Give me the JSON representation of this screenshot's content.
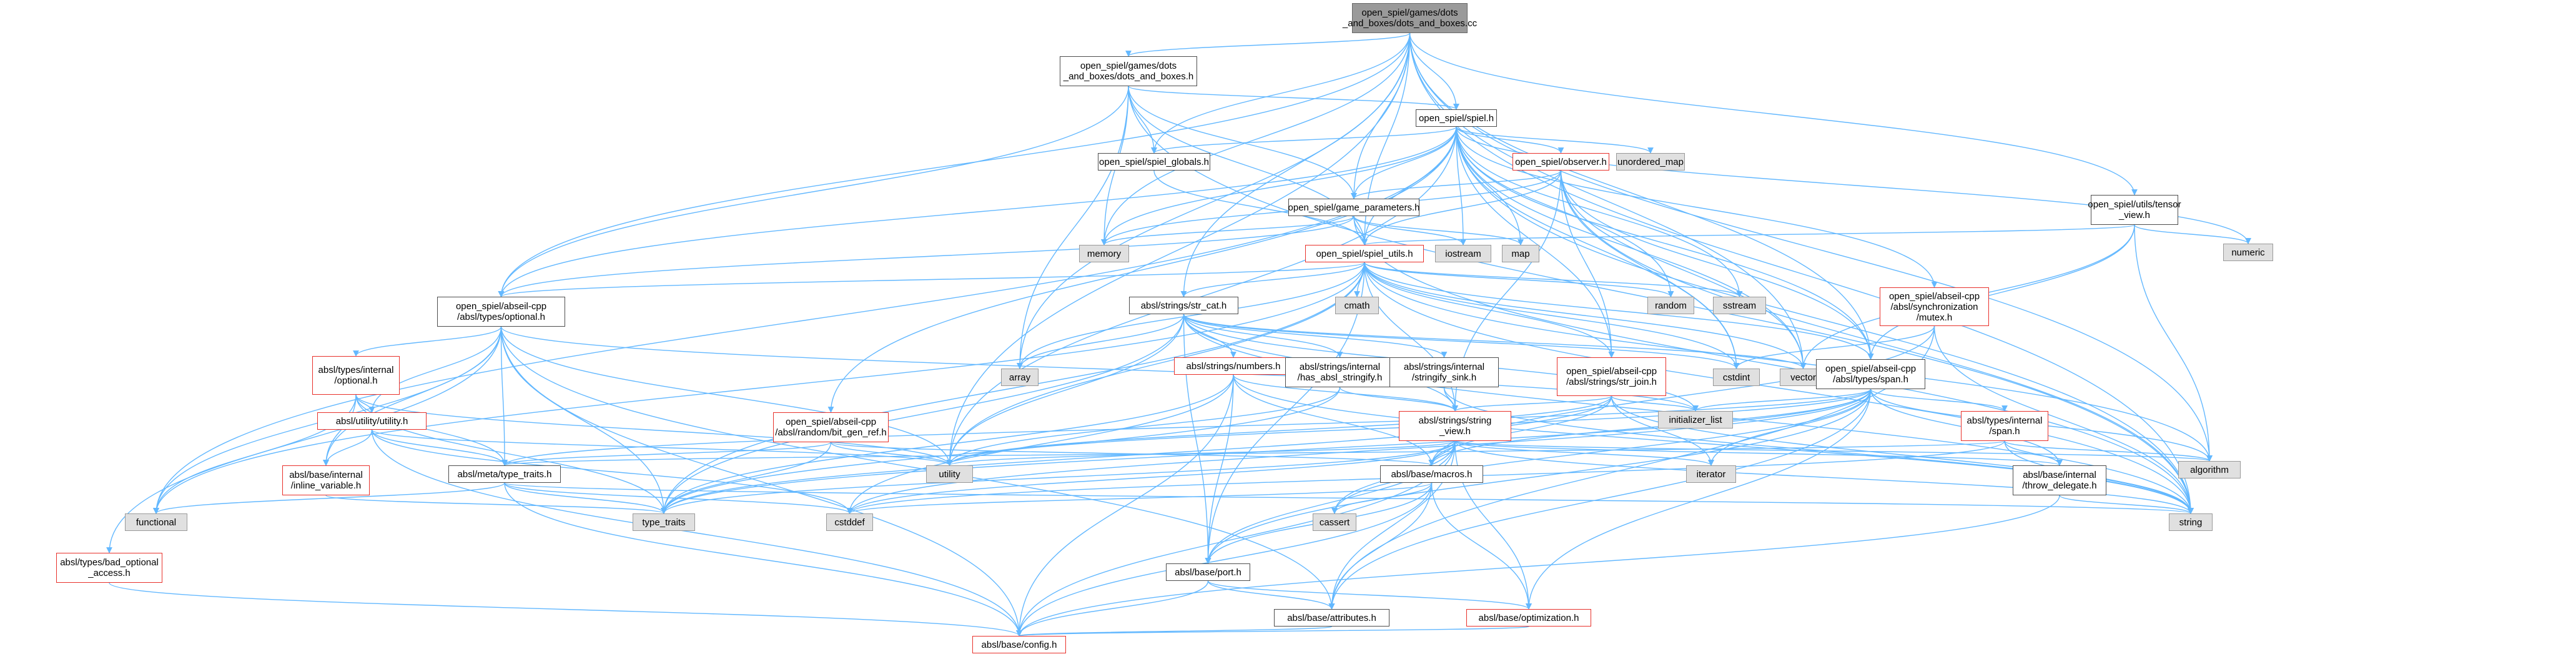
{
  "nodes": [
    {
      "id": "root",
      "lines": [
        "open_spiel/games/dots",
        "_and_boxes/dots_and_boxes.cc"
      ],
      "style": "root"
    },
    {
      "id": "dab_h",
      "lines": [
        "open_spiel/games/dots",
        "_and_boxes/dots_and_boxes.h"
      ],
      "style": "normal"
    },
    {
      "id": "spiel_h",
      "lines": [
        "open_spiel/spiel.h"
      ],
      "style": "normal"
    },
    {
      "id": "spiel_globals",
      "lines": [
        "open_spiel/spiel_globals.h"
      ],
      "style": "normal"
    },
    {
      "id": "unordered_map",
      "lines": [
        "unordered_map"
      ],
      "style": "sys"
    },
    {
      "id": "observer",
      "lines": [
        "open_spiel/observer.h"
      ],
      "style": "red"
    },
    {
      "id": "game_params",
      "lines": [
        "open_spiel/game_parameters.h"
      ],
      "style": "normal"
    },
    {
      "id": "tensor_view",
      "lines": [
        "open_spiel/utils/tensor",
        "_view.h"
      ],
      "style": "normal"
    },
    {
      "id": "numeric",
      "lines": [
        "numeric"
      ],
      "style": "sys"
    },
    {
      "id": "memory",
      "lines": [
        "memory"
      ],
      "style": "sys"
    },
    {
      "id": "iostream",
      "lines": [
        "iostream"
      ],
      "style": "sys"
    },
    {
      "id": "map",
      "lines": [
        "map"
      ],
      "style": "sys"
    },
    {
      "id": "spiel_utils",
      "lines": [
        "open_spiel/spiel_utils.h"
      ],
      "style": "red"
    },
    {
      "id": "cmath",
      "lines": [
        "cmath"
      ],
      "style": "sys"
    },
    {
      "id": "random",
      "lines": [
        "random"
      ],
      "style": "sys"
    },
    {
      "id": "sstream",
      "lines": [
        "sstream"
      ],
      "style": "sys"
    },
    {
      "id": "mutex",
      "lines": [
        "open_spiel/abseil-cpp",
        "/absl/synchronization",
        "/mutex.h"
      ],
      "style": "red"
    },
    {
      "id": "optional",
      "lines": [
        "open_spiel/abseil-cpp",
        "/absl/types/optional.h"
      ],
      "style": "normal"
    },
    {
      "id": "str_cat",
      "lines": [
        "absl/strings/str_cat.h"
      ],
      "style": "normal"
    },
    {
      "id": "array",
      "lines": [
        "array"
      ],
      "style": "sys"
    },
    {
      "id": "cstdint",
      "lines": [
        "cstdint"
      ],
      "style": "sys"
    },
    {
      "id": "vector",
      "lines": [
        "vector"
      ],
      "style": "sys"
    },
    {
      "id": "span",
      "lines": [
        "open_spiel/abseil-cpp",
        "/absl/types/span.h"
      ],
      "style": "normal"
    },
    {
      "id": "types_internal_optional",
      "lines": [
        "absl/types/internal",
        "/optional.h"
      ],
      "style": "red"
    },
    {
      "id": "numbers",
      "lines": [
        "absl/strings/numbers.h"
      ],
      "style": "red"
    },
    {
      "id": "has_absl_stringify",
      "lines": [
        "absl/strings/internal",
        "/has_absl_stringify.h"
      ],
      "style": "normal"
    },
    {
      "id": "stringify_sink",
      "lines": [
        "absl/strings/internal",
        "/stringify_sink.h"
      ],
      "style": "normal"
    },
    {
      "id": "str_join",
      "lines": [
        "open_spiel/abseil-cpp",
        "/absl/strings/str_join.h"
      ],
      "style": "red"
    },
    {
      "id": "initializer_list",
      "lines": [
        "initializer_list"
      ],
      "style": "sys"
    },
    {
      "id": "span_internal",
      "lines": [
        "absl/types/internal",
        "/span.h"
      ],
      "style": "red"
    },
    {
      "id": "algorithm",
      "lines": [
        "algorithm"
      ],
      "style": "sys"
    },
    {
      "id": "utility_h",
      "lines": [
        "absl/utility/utility.h"
      ],
      "style": "red"
    },
    {
      "id": "bit_gen_ref",
      "lines": [
        "open_spiel/abseil-cpp",
        "/absl/random/bit_gen_ref.h"
      ],
      "style": "red"
    },
    {
      "id": "string_view",
      "lines": [
        "absl/strings/string",
        "_view.h"
      ],
      "style": "red"
    },
    {
      "id": "inline_variable",
      "lines": [
        "absl/base/internal",
        "/inline_variable.h"
      ],
      "style": "red"
    },
    {
      "id": "type_traits_h",
      "lines": [
        "absl/meta/type_traits.h"
      ],
      "style": "normal"
    },
    {
      "id": "utility",
      "lines": [
        "utility"
      ],
      "style": "sys"
    },
    {
      "id": "iterator",
      "lines": [
        "iterator"
      ],
      "style": "sys"
    },
    {
      "id": "macros",
      "lines": [
        "absl/base/macros.h"
      ],
      "style": "normal"
    },
    {
      "id": "throw_delegate",
      "lines": [
        "absl/base/internal",
        "/throw_delegate.h"
      ],
      "style": "normal"
    },
    {
      "id": "functional",
      "lines": [
        "functional"
      ],
      "style": "sys"
    },
    {
      "id": "type_traits",
      "lines": [
        "type_traits"
      ],
      "style": "sys"
    },
    {
      "id": "cstddef",
      "lines": [
        "cstddef"
      ],
      "style": "sys"
    },
    {
      "id": "cassert",
      "lines": [
        "cassert"
      ],
      "style": "sys"
    },
    {
      "id": "string",
      "lines": [
        "string"
      ],
      "style": "sys"
    },
    {
      "id": "port",
      "lines": [
        "absl/base/port.h"
      ],
      "style": "normal"
    },
    {
      "id": "bad_optional_access",
      "lines": [
        "absl/types/bad_optional",
        "_access.h"
      ],
      "style": "red"
    },
    {
      "id": "attributes",
      "lines": [
        "absl/base/attributes.h"
      ],
      "style": "normal"
    },
    {
      "id": "optimization",
      "lines": [
        "absl/base/optimization.h"
      ],
      "style": "red"
    },
    {
      "id": "config",
      "lines": [
        "absl/base/config.h"
      ],
      "style": "red"
    }
  ],
  "edges": [
    [
      "root",
      "dab_h"
    ],
    [
      "root",
      "spiel_h"
    ],
    [
      "root",
      "spiel_globals"
    ],
    [
      "root",
      "game_params"
    ],
    [
      "root",
      "tensor_view"
    ],
    [
      "root",
      "spiel_utils"
    ],
    [
      "root",
      "memory"
    ],
    [
      "root",
      "str_cat"
    ],
    [
      "root",
      "optional"
    ],
    [
      "root",
      "span"
    ],
    [
      "root",
      "vector"
    ],
    [
      "root",
      "string"
    ],
    [
      "root",
      "algorithm"
    ],
    [
      "root",
      "utility"
    ],
    [
      "root",
      "array"
    ],
    [
      "dab_h",
      "spiel_h"
    ],
    [
      "dab_h",
      "spiel_globals"
    ],
    [
      "dab_h",
      "game_params"
    ],
    [
      "dab_h",
      "spiel_utils"
    ],
    [
      "dab_h",
      "memory"
    ],
    [
      "dab_h",
      "string"
    ],
    [
      "dab_h",
      "array"
    ],
    [
      "dab_h",
      "optional"
    ],
    [
      "spiel_h",
      "spiel_globals"
    ],
    [
      "spiel_h",
      "unordered_map"
    ],
    [
      "spiel_h",
      "observer"
    ],
    [
      "spiel_h",
      "game_params"
    ],
    [
      "spiel_h",
      "spiel_utils"
    ],
    [
      "spiel_h",
      "memory"
    ],
    [
      "spiel_h",
      "iostream"
    ],
    [
      "spiel_h",
      "map"
    ],
    [
      "spiel_h",
      "random"
    ],
    [
      "spiel_h",
      "sstream"
    ],
    [
      "spiel_h",
      "numeric"
    ],
    [
      "spiel_h",
      "string"
    ],
    [
      "spiel_h",
      "vector"
    ],
    [
      "spiel_h",
      "mutex"
    ],
    [
      "spiel_h",
      "optional"
    ],
    [
      "spiel_h",
      "span"
    ],
    [
      "spiel_h",
      "bit_gen_ref"
    ],
    [
      "spiel_h",
      "functional"
    ],
    [
      "spiel_h",
      "utility"
    ],
    [
      "spiel_h",
      "cstdint"
    ],
    [
      "spiel_h",
      "str_join"
    ],
    [
      "spiel_globals",
      "spiel_utils"
    ],
    [
      "observer",
      "game_params"
    ],
    [
      "observer",
      "spiel_utils"
    ],
    [
      "observer",
      "memory"
    ],
    [
      "observer",
      "span"
    ],
    [
      "observer",
      "str_join"
    ],
    [
      "observer",
      "string_view"
    ],
    [
      "observer",
      "string"
    ],
    [
      "observer",
      "vector"
    ],
    [
      "observer",
      "cstdint"
    ],
    [
      "game_params",
      "spiel_utils"
    ],
    [
      "game_params",
      "memory"
    ],
    [
      "game_params",
      "iostream"
    ],
    [
      "game_params",
      "map"
    ],
    [
      "game_params",
      "string"
    ],
    [
      "game_params",
      "optional"
    ],
    [
      "tensor_view",
      "spiel_utils"
    ],
    [
      "tensor_view",
      "numeric"
    ],
    [
      "tensor_view",
      "span"
    ],
    [
      "tensor_view",
      "algorithm"
    ],
    [
      "tensor_view",
      "vector"
    ],
    [
      "spiel_utils",
      "cmath"
    ],
    [
      "spiel_utils",
      "random"
    ],
    [
      "spiel_utils",
      "sstream"
    ],
    [
      "spiel_utils",
      "str_cat"
    ],
    [
      "spiel_utils",
      "optional"
    ],
    [
      "spiel_utils",
      "str_join"
    ],
    [
      "spiel_utils",
      "span"
    ],
    [
      "spiel_utils",
      "string_view"
    ],
    [
      "spiel_utils",
      "vector"
    ],
    [
      "spiel_utils",
      "algorithm"
    ],
    [
      "spiel_utils",
      "array"
    ],
    [
      "spiel_utils",
      "cstdint"
    ],
    [
      "spiel_utils",
      "functional"
    ],
    [
      "spiel_utils",
      "type_traits"
    ],
    [
      "spiel_utils",
      "utility"
    ],
    [
      "spiel_utils",
      "string"
    ],
    [
      "spiel_utils",
      "port"
    ],
    [
      "mutex",
      "cstdint"
    ],
    [
      "mutex",
      "attributes"
    ],
    [
      "mutex",
      "string"
    ],
    [
      "mutex",
      "macros"
    ],
    [
      "optional",
      "types_internal_optional"
    ],
    [
      "optional",
      "bad_optional_access"
    ],
    [
      "optional",
      "functional"
    ],
    [
      "optional",
      "initializer_list"
    ],
    [
      "optional",
      "type_traits_h"
    ],
    [
      "optional",
      "utility_h"
    ],
    [
      "optional",
      "utility"
    ],
    [
      "optional",
      "type_traits"
    ],
    [
      "optional",
      "config"
    ],
    [
      "optional",
      "attributes"
    ],
    [
      "optional",
      "inline_variable"
    ],
    [
      "str_cat",
      "array"
    ],
    [
      "str_cat",
      "cstdint"
    ],
    [
      "str_cat",
      "numbers"
    ],
    [
      "str_cat",
      "has_absl_stringify"
    ],
    [
      "str_cat",
      "stringify_sink"
    ],
    [
      "str_cat",
      "string_view"
    ],
    [
      "str_cat",
      "port"
    ],
    [
      "str_cat",
      "string"
    ],
    [
      "str_cat",
      "type_traits"
    ],
    [
      "str_cat",
      "vector"
    ],
    [
      "str_cat",
      "utility"
    ],
    [
      "str_cat",
      "initializer_list"
    ],
    [
      "span",
      "span_internal"
    ],
    [
      "span",
      "algorithm"
    ],
    [
      "span",
      "cassert"
    ],
    [
      "span",
      "cstddef"
    ],
    [
      "span",
      "initializer_list"
    ],
    [
      "span",
      "iterator"
    ],
    [
      "span",
      "type_traits"
    ],
    [
      "span",
      "utility"
    ],
    [
      "span",
      "attributes"
    ],
    [
      "span",
      "macros"
    ],
    [
      "span",
      "throw_delegate"
    ],
    [
      "span",
      "optimization"
    ],
    [
      "span",
      "port"
    ],
    [
      "span",
      "type_traits_h"
    ],
    [
      "types_internal_optional",
      "functional"
    ],
    [
      "types_internal_optional",
      "new"
    ],
    [
      "types_internal_optional",
      "type_traits"
    ],
    [
      "types_internal_optional",
      "utility"
    ],
    [
      "types_internal_optional",
      "inline_variable"
    ],
    [
      "types_internal_optional",
      "type_traits_h"
    ],
    [
      "types_internal_optional",
      "utility_h"
    ],
    [
      "numbers",
      "cstddef"
    ],
    [
      "numbers",
      "string"
    ],
    [
      "numbers",
      "type_traits"
    ],
    [
      "numbers",
      "string_view"
    ],
    [
      "numbers",
      "macros"
    ],
    [
      "numbers",
      "port"
    ],
    [
      "numbers",
      "config"
    ],
    [
      "has_absl_stringify",
      "type_traits"
    ],
    [
      "has_absl_stringify",
      "utility"
    ],
    [
      "has_absl_stringify",
      "string_view"
    ],
    [
      "stringify_sink",
      "string"
    ],
    [
      "stringify_sink",
      "string_view"
    ],
    [
      "str_join",
      "string_view"
    ],
    [
      "str_join",
      "iterator"
    ],
    [
      "str_join",
      "initializer_list"
    ],
    [
      "str_join",
      "string"
    ],
    [
      "str_join",
      "type_traits"
    ],
    [
      "str_join",
      "utility"
    ],
    [
      "str_join",
      "macros"
    ],
    [
      "span_internal",
      "algorithm"
    ],
    [
      "span_internal",
      "cstddef"
    ],
    [
      "span_internal",
      "string"
    ],
    [
      "span_internal",
      "type_traits_h"
    ],
    [
      "span_internal",
      "throw_delegate"
    ],
    [
      "utility_h",
      "cstddef"
    ],
    [
      "utility_h",
      "type_traits_h"
    ],
    [
      "utility_h",
      "utility"
    ],
    [
      "utility_h",
      "inline_variable"
    ],
    [
      "utility_h",
      "config"
    ],
    [
      "bit_gen_ref",
      "type_traits"
    ],
    [
      "bit_gen_ref",
      "utility"
    ],
    [
      "bit_gen_ref",
      "macros"
    ],
    [
      "bit_gen_ref",
      "type_traits_h"
    ],
    [
      "string_view",
      "algorithm"
    ],
    [
      "string_view",
      "cassert"
    ],
    [
      "string_view",
      "cstddef"
    ],
    [
      "string_view",
      "iterator"
    ],
    [
      "string_view",
      "string"
    ],
    [
      "string_view",
      "type_traits"
    ],
    [
      "string_view",
      "utility"
    ],
    [
      "string_view",
      "attributes"
    ],
    [
      "string_view",
      "macros"
    ],
    [
      "string_view",
      "throw_delegate"
    ],
    [
      "string_view",
      "optimization"
    ],
    [
      "string_view",
      "port"
    ],
    [
      "string_view",
      "config"
    ],
    [
      "inline_variable",
      "type_traits"
    ],
    [
      "type_traits_h",
      "cstddef"
    ],
    [
      "type_traits_h",
      "functional"
    ],
    [
      "type_traits_h",
      "type_traits"
    ],
    [
      "type_traits_h",
      "config"
    ],
    [
      "type_traits_h",
      "string"
    ],
    [
      "macros",
      "cassert"
    ],
    [
      "macros",
      "cstddef"
    ],
    [
      "macros",
      "attributes"
    ],
    [
      "macros",
      "optimization"
    ],
    [
      "macros",
      "port"
    ],
    [
      "macros",
      "config"
    ],
    [
      "throw_delegate",
      "string"
    ],
    [
      "throw_delegate",
      "config"
    ],
    [
      "port",
      "attributes"
    ],
    [
      "port",
      "optimization"
    ],
    [
      "port",
      "config"
    ],
    [
      "bad_optional_access",
      "config"
    ],
    [
      "attributes",
      "config"
    ],
    [
      "optimization",
      "config"
    ]
  ],
  "colors": {
    "edge": "#63b8ff",
    "red_border": "#e8302a",
    "gray_fill": "#e0e0e0",
    "root_fill": "#9a9a9a"
  }
}
